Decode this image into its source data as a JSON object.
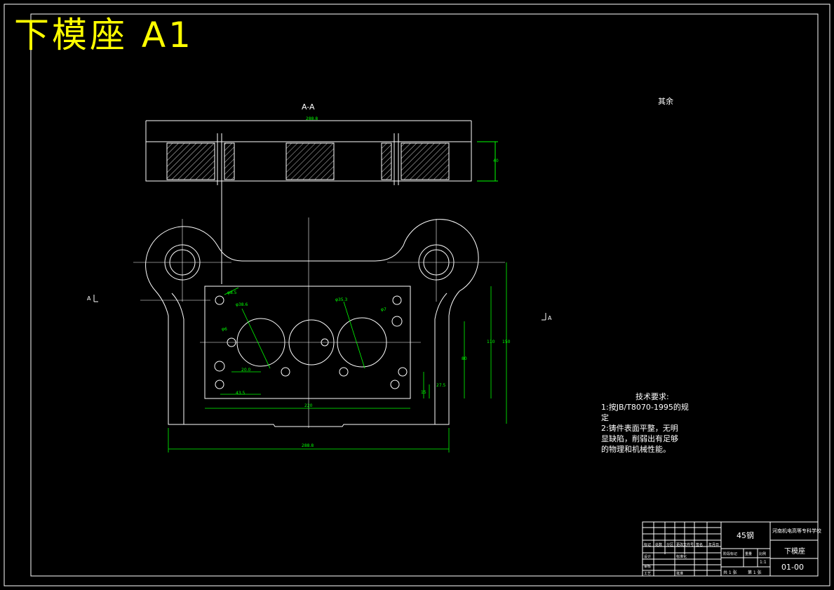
{
  "title": "下模座   A1",
  "section_label": "A-A",
  "roughness_note": "其余",
  "cut_mark": "A",
  "dims": {
    "overall_width": "288.8",
    "inner_width": "220",
    "d1": "110",
    "d2": "150",
    "d3": "80",
    "d4": "27.5",
    "d5": "15",
    "d6": "43.5",
    "d7": "20.0",
    "dia1": "φ8.5",
    "dia2": "φ35.3",
    "dia3": "φ38.6",
    "dia4": "φ7",
    "dia5": "φ6",
    "thick": "40",
    "top_len": "288.8"
  },
  "tech_req": {
    "heading": "技术要求:",
    "line1": "1:按JB/T8070-1995的规",
    "line2": "定",
    "line3": "2:铸件表面平整，无明",
    "line4": "显缺陷，削弱出有足够",
    "line5": "的物理和机械性能。"
  },
  "title_block": {
    "material": "45钢",
    "school": "河南机电高等专科学校",
    "part_name": "下模座",
    "drawing_no": "01-00",
    "scale": "1:1",
    "sheet_total": "共 1 张",
    "sheet_no": "第 1 张",
    "row_labels": [
      "设计",
      "审核",
      "工艺"
    ],
    "col_labels": [
      "标记",
      "处数",
      "分区",
      "更改文件号",
      "签名",
      "年月日"
    ],
    "stage_labels": [
      "阶段标记",
      "重量",
      "比例"
    ],
    "misc": [
      "标准化",
      "批准"
    ]
  }
}
